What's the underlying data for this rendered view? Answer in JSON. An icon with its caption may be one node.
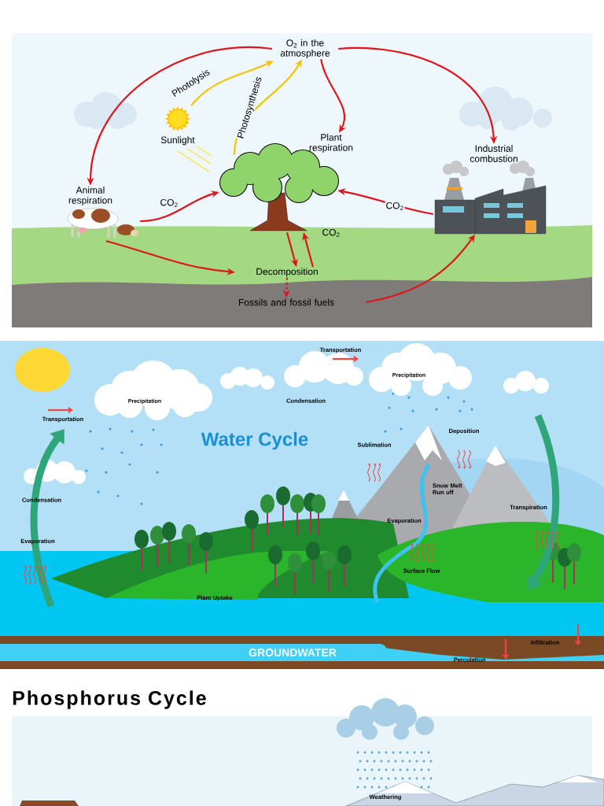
{
  "diagram": {
    "nodes": [
      {
        "text": [
          "O$_{2}$ in the atmosphere"
        ]
      },
      {
        "text": [],
        "shape": "picture",
        "beside": [
          "Sunlight"
        ]
      },
      {
        "text": [],
        "shape": "picture"
      },
      {
        "text": [
          "Plant respiration"
        ]
      },
      {
        "text": [
          "Industrial combustion"
        ]
      },
      {
        "text": [
          "Animal respiration"
        ]
      },
      {
        "text": [],
        "shape": "picture"
      },
      {
        "text": [],
        "shape": "picture"
      },
      {
        "text": [
          "Decomposition"
        ]
      },
      {
        "text": [
          "Fossils and fossil fuels"
        ]
      },
      {
        "text": [
          "Precipitation"
        ]
      },
      {
        "text": [
          "Precipitation"
        ]
      },
      {
        "text": [
          "GROUNDWATER"
        ]
      }
    ],
    "edges": [
      {
        "from": 0,
        "to": 5,
        "arrow": "to"
      },
      {
        "from": 0,
        "to": 3,
        "arrow": "to"
      },
      {
        "from": 0,
        "to": 4,
        "arrow": "to"
      },
      {
        "from": 1,
        "to": 0,
        "arrow": "to",
        "label": "Photolysis",
        "color": "#f7c300"
      },
      {
        "from": 2,
        "to": 0,
        "arrow": "to",
        "label": "Photosynthesis",
        "color": "#f7c300"
      },
      {
        "from": 6,
        "to": 2,
        "arrow": "to",
        "label": "CO$_{2}$"
      },
      {
        "from": 7,
        "to": 2,
        "arrow": "to",
        "label": "CO$_{2}$"
      },
      {
        "from": 8,
        "to": 2,
        "arrow": "to",
        "label": "CO$_{2}$"
      },
      {
        "from": 2,
        "to": 8,
        "arrow": "to"
      },
      {
        "from": 6,
        "to": 8,
        "arrow": "to"
      },
      {
        "from": 8,
        "to": 9,
        "arrow": "to",
        "style": "dashed"
      },
      {
        "from": 9,
        "to": 7,
        "arrow": "to"
      }
    ],
    "labels": [
      "Transportation",
      "Transportation",
      "Condensation",
      "Water Cycle",
      "Deposition",
      "Sublimation",
      "Condensation",
      "Snow Melt Run off",
      "Transpiration",
      "Evaporation",
      "Evaporation",
      "Surface Flow",
      "Plant Uptake",
      "Infiltration",
      "Percolation",
      "Phosphorus Cycle",
      "Weathering"
    ]
  }
}
